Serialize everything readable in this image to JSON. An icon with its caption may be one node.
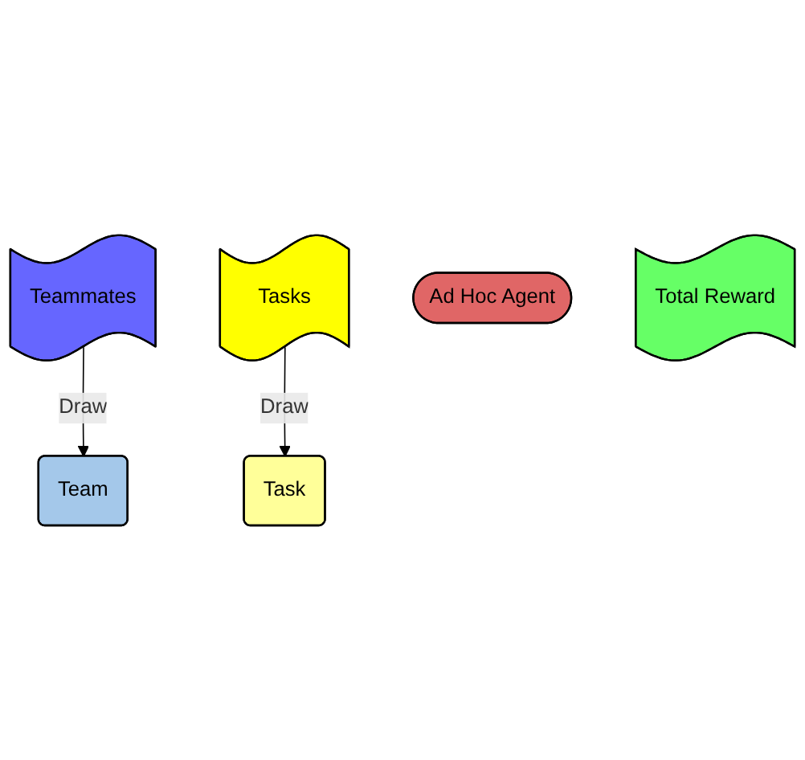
{
  "diagram": {
    "nodes": [
      {
        "text": [
          "Teammates"
        ]
      },
      {
        "text": [
          "Tasks"
        ]
      },
      {
        "text": [
          "Team"
        ]
      },
      {
        "text": [
          "Ad Hoc Agent"
        ]
      },
      {
        "text": [
          "Task"
        ]
      },
      {
        "text": [
          "Total Reward"
        ]
      }
    ],
    "edges": [
      {
        "from": 0,
        "to": 2,
        "arrow": "to",
        "label": "Draw"
      },
      {
        "from": 1,
        "to": 4,
        "arrow": "to",
        "label": "Draw"
      }
    ]
  }
}
